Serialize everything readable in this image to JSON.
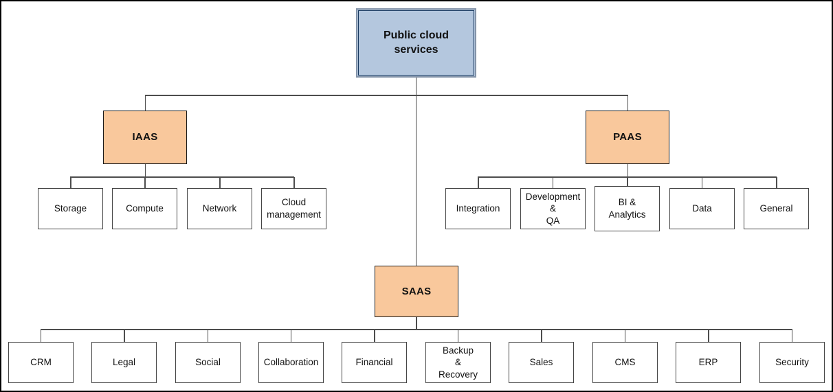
{
  "diagram": {
    "root": {
      "label": "Public cloud services"
    },
    "branches": [
      {
        "id": "iaas",
        "label": "IAAS",
        "children": [
          {
            "label": "Storage"
          },
          {
            "label": "Compute"
          },
          {
            "label": "Network"
          },
          {
            "label": "Cloud\nmanagement"
          }
        ]
      },
      {
        "id": "paas",
        "label": "PAAS",
        "children": [
          {
            "label": "Integration"
          },
          {
            "label": "Development\n&\nQA"
          },
          {
            "label": "BI &\nAnalytics"
          },
          {
            "label": "Data"
          },
          {
            "label": "General"
          }
        ]
      },
      {
        "id": "saas",
        "label": "SAAS",
        "children": [
          {
            "label": "CRM"
          },
          {
            "label": "Legal"
          },
          {
            "label": "Social"
          },
          {
            "label": "Collaboration"
          },
          {
            "label": "Financial"
          },
          {
            "label": "Backup\n&\nRecovery"
          },
          {
            "label": "Sales"
          },
          {
            "label": "CMS"
          },
          {
            "label": "ERP"
          },
          {
            "label": "Security"
          }
        ]
      }
    ],
    "colors": {
      "root_fill": "#b4c7de",
      "root_border": "#8494a9",
      "root_inner_line": "#17375d",
      "branch_fill": "#f9c89c",
      "branch_border": "#1a1a1a",
      "leaf_border": "#454545",
      "connector": "#4d4d4d",
      "frame": "#000000"
    }
  }
}
